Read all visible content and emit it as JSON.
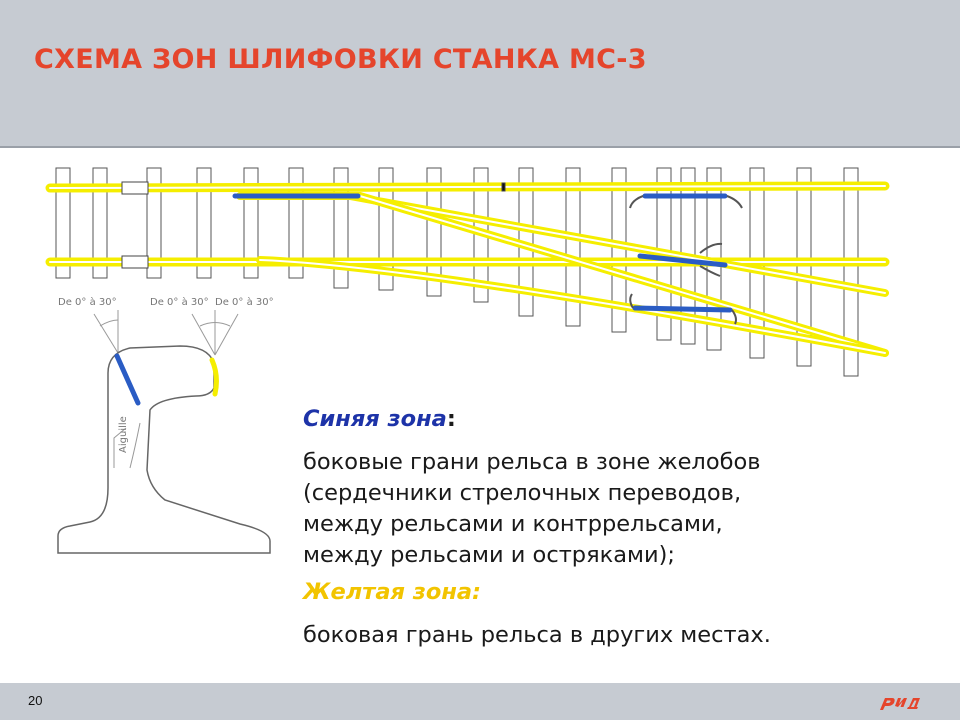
{
  "header": {
    "title": "СХЕМА ЗОН ШЛИФОВКИ СТАНКА МС-3"
  },
  "diagram": {
    "angle_labels": [
      "De 0° à 30°",
      "De 0° à 30°",
      "De 0° à 30°"
    ],
    "rail_label": "Aiguille",
    "colors": {
      "blue_zone": "#2a5cc4",
      "yellow_zone": "#f5ee00",
      "title": "#e5452c"
    }
  },
  "legend": {
    "blue_title": "Синяя зона",
    "colon": ":",
    "blue_lines": [
      "боковые грани рельса в зоне желобов",
      "(сердечники стрелочных переводов,",
      "между рельсами и контррельсами,",
      "между рельсами и остряками);"
    ],
    "yellow_title": "Желтая зона",
    "yellow_colon": ":",
    "yellow_line": "боковая грань рельса в других местах."
  },
  "footer": {
    "page_number": "20"
  }
}
